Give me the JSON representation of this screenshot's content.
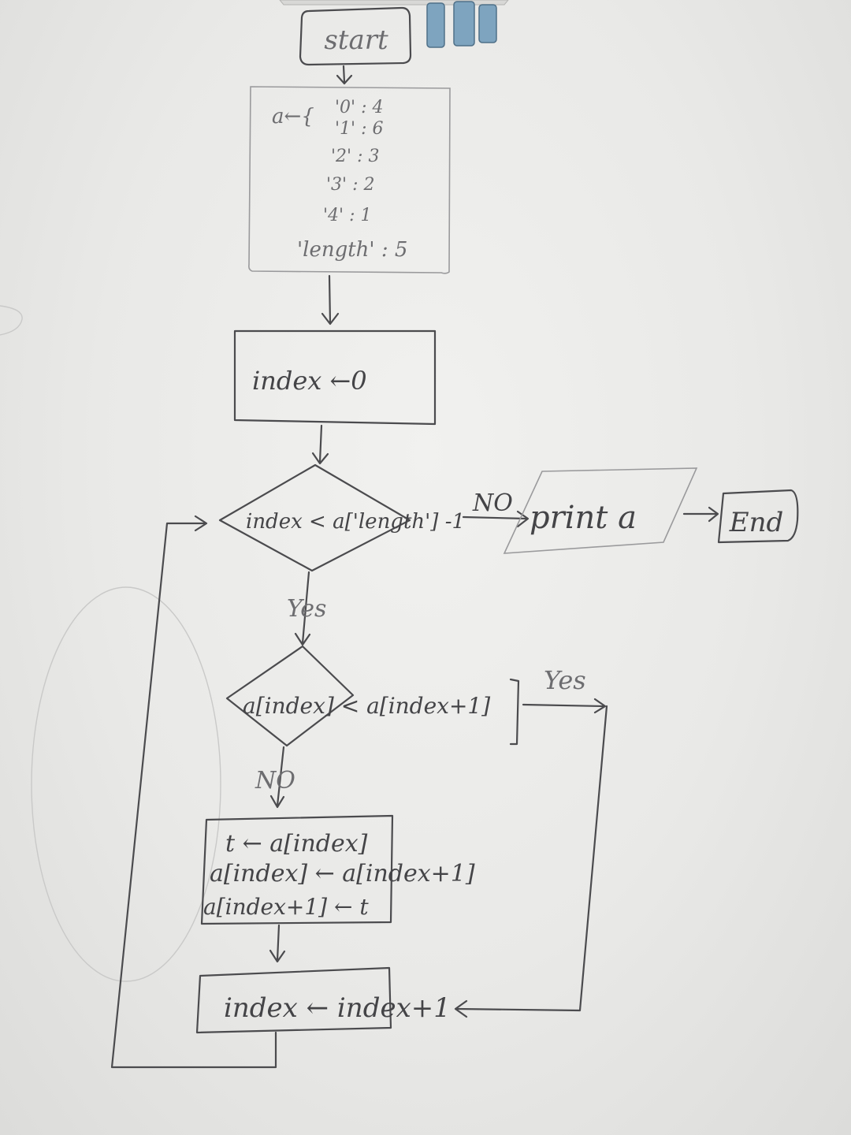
{
  "flowchart": {
    "start": "start",
    "init": {
      "prefix": "a←{",
      "entries": [
        "'0' : 4",
        "'1' : 6",
        "'2' : 3",
        "'3' : 2",
        "'4' : 1",
        "'length' : 5"
      ]
    },
    "index_init": "index ←0",
    "loop_condition": "index < a['length'] -1",
    "loop_no_label": "NO",
    "print": "print a",
    "end": "End",
    "loop_yes_label": "Yes",
    "compare_condition": "a[index] < a[index+1]",
    "compare_yes_label": "Yes",
    "compare_no_label": "NO",
    "swap": [
      "t ← a[index]",
      "a[index] ← a[index+1]",
      "a[index+1] ← t"
    ],
    "increment": "index ← index+1"
  }
}
